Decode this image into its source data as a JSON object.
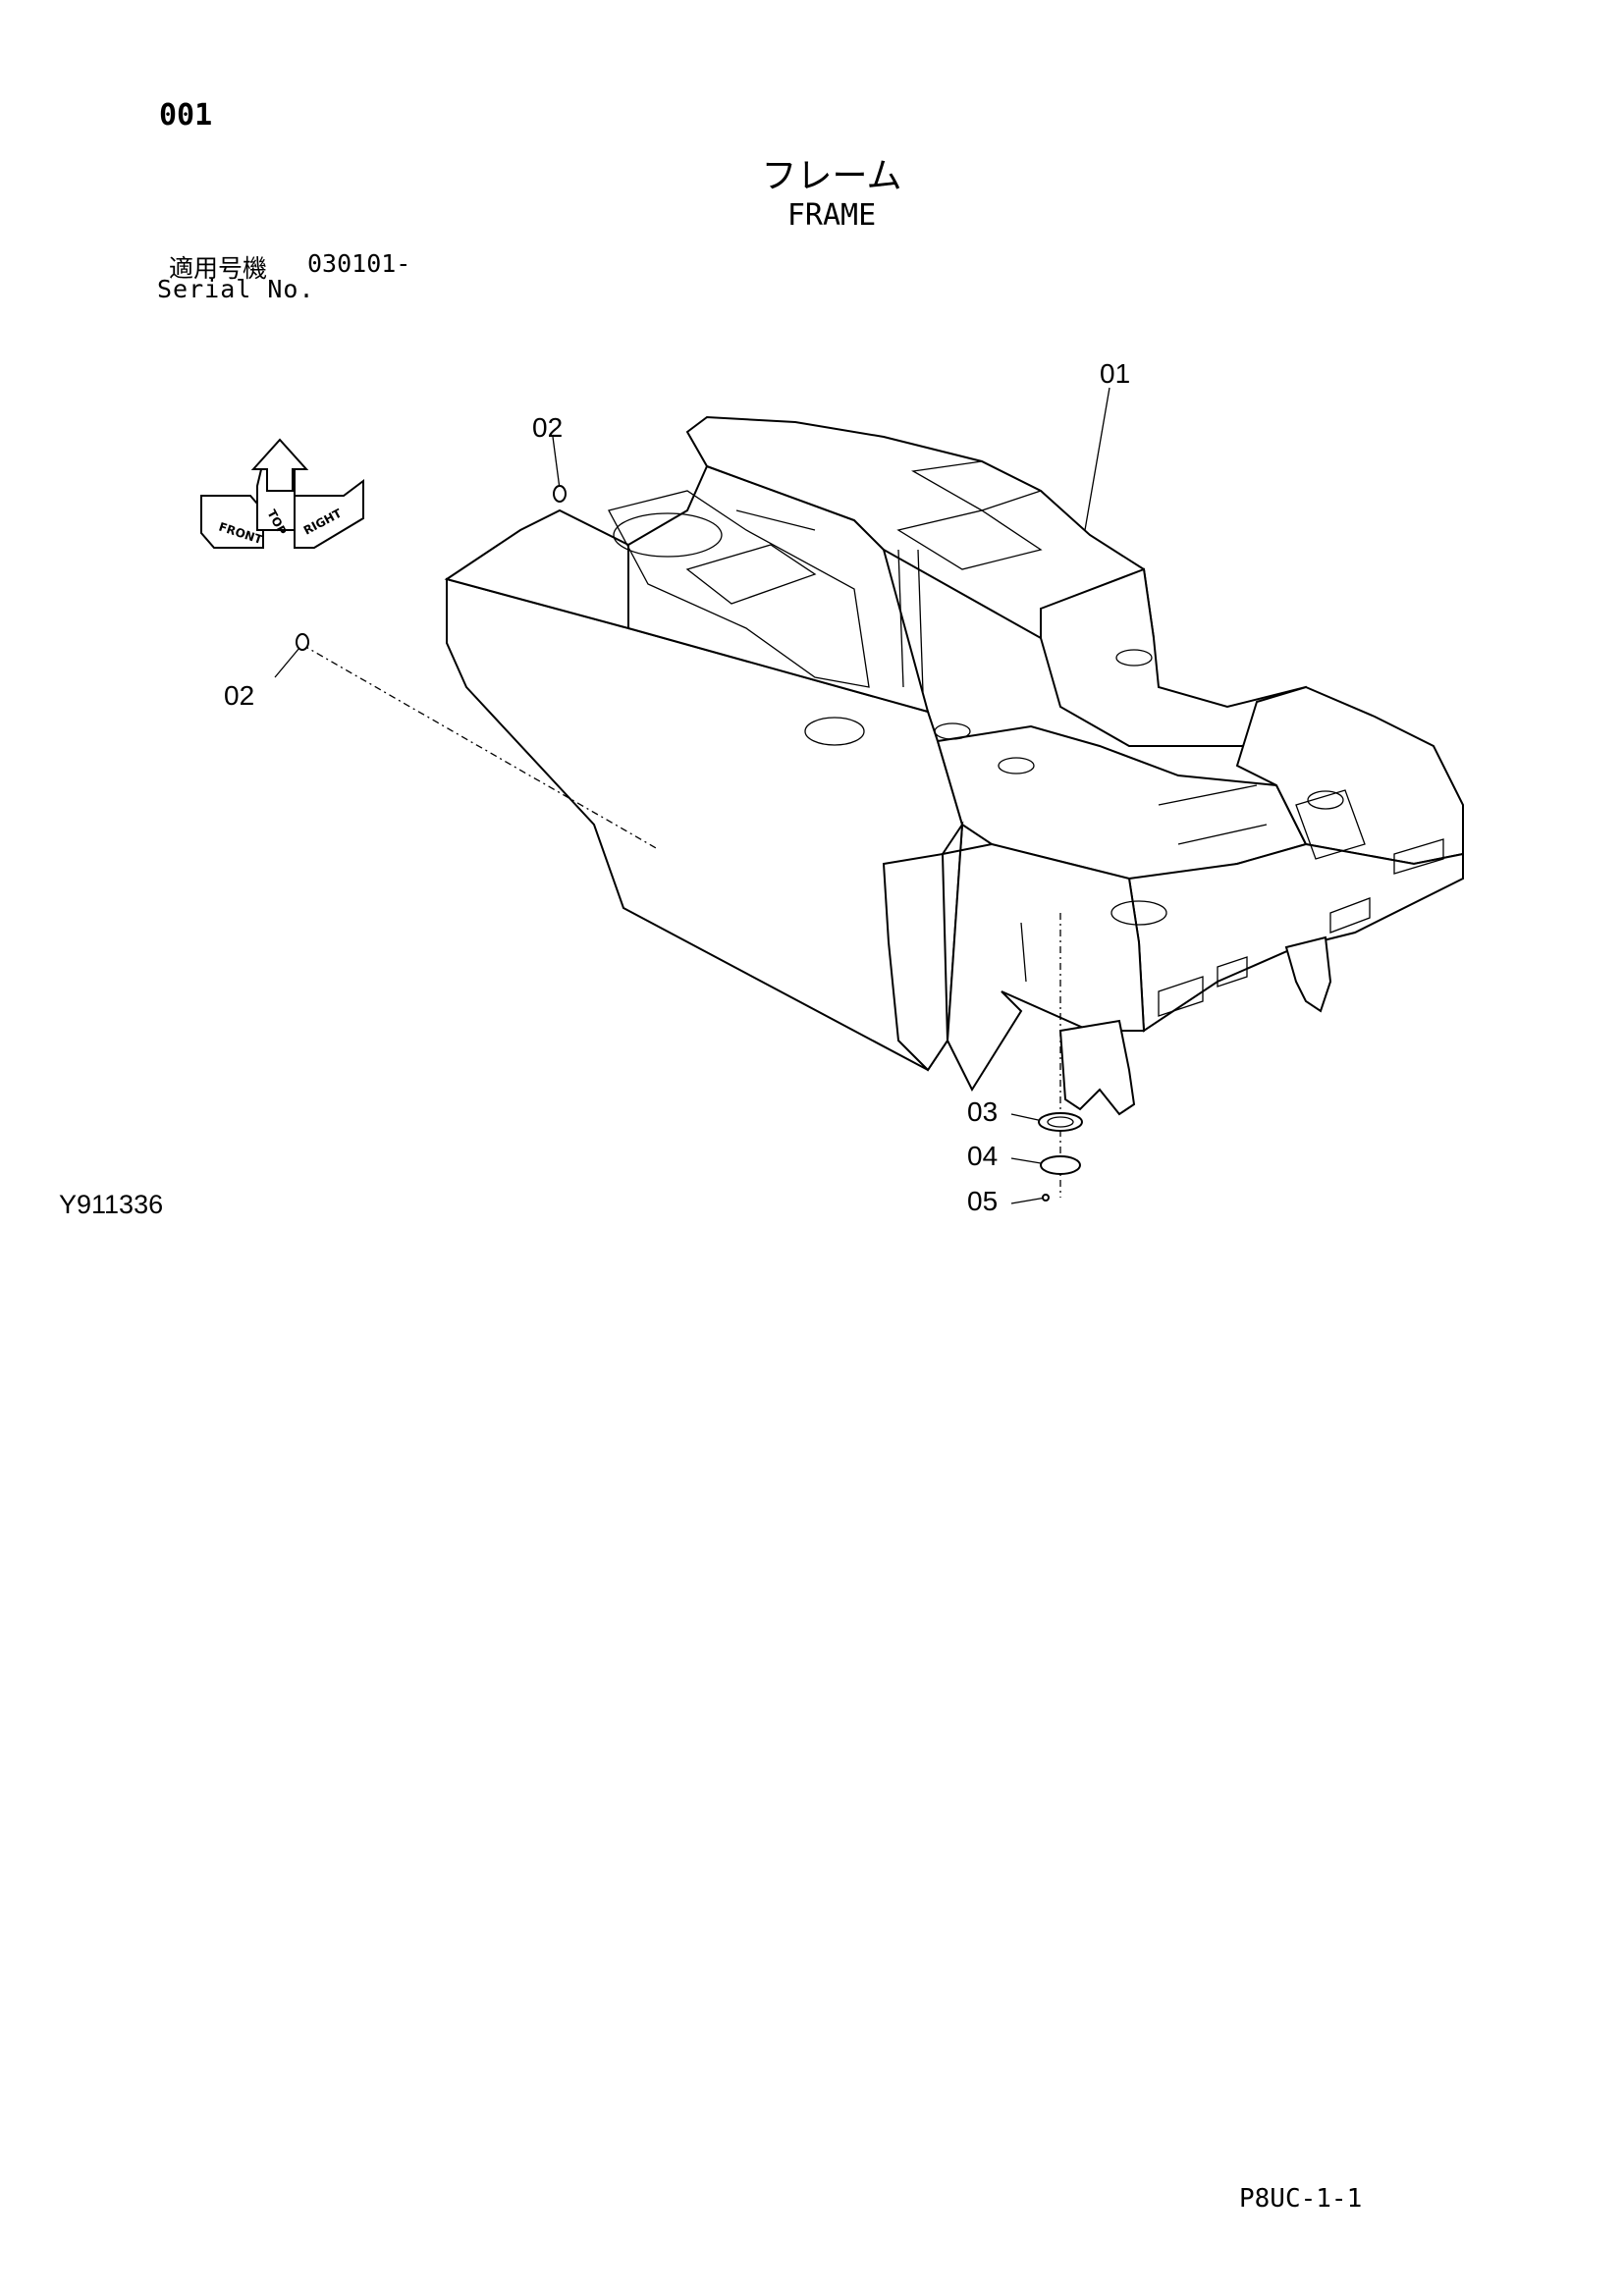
{
  "header": {
    "page_number": "001",
    "title_jp": "フレーム",
    "title_en": "FRAME",
    "serial_label_jp": "適用号機",
    "serial_range": "030101-",
    "serial_label_en": "Serial No."
  },
  "orientation": {
    "top": "TOP",
    "front": "FRONT",
    "right": "RIGHT"
  },
  "callouts": {
    "c01": "01",
    "c02a": "02",
    "c02b": "02",
    "c03": "03",
    "c04": "04",
    "c05": "05"
  },
  "footer": {
    "drawing_id": "Y911336",
    "page_code": "P8UC-1-1"
  }
}
